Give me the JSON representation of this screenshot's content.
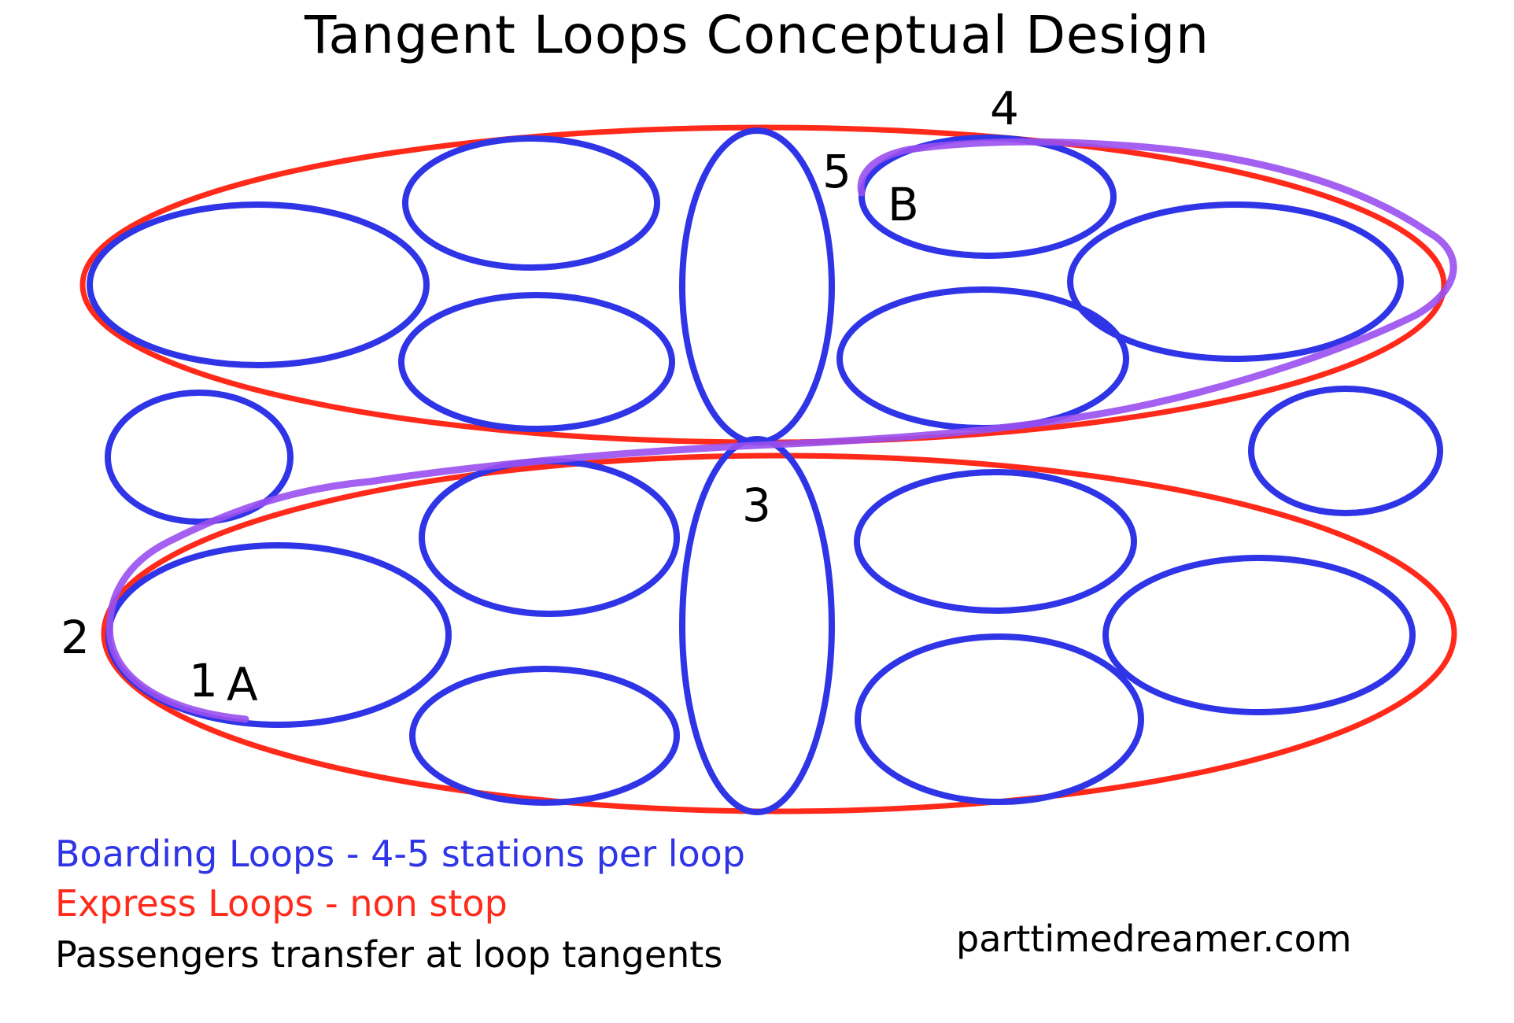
{
  "title": "Tangent Loops Conceptual Design",
  "legend": {
    "boarding": "Boarding Loops - 4-5 stations per loop",
    "express": "Express Loops - non stop",
    "transfer": "Passengers transfer at loop tangents"
  },
  "site": "parttimedreamer.com",
  "markers": {
    "one": "1",
    "two": "2",
    "three": "3",
    "four": "4",
    "five": "5",
    "a": "A",
    "b": "B"
  },
  "colors": {
    "boarding": "#2f35e6",
    "express": "#ff2a1a",
    "route": "#9a4ff0",
    "text": "#000000"
  }
}
